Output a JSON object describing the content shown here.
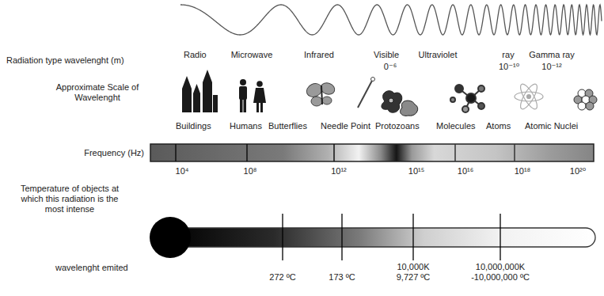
{
  "diagram": {
    "labels": [
      "Radio",
      "Microwave",
      "Infrared",
      "Visible",
      "Ultraviolet",
      "ray",
      "Gamma ray",
      "Radiation type wavelenght (m)",
      "0⁻⁶",
      "10⁻¹⁰",
      "10⁻¹²",
      "Approximate Scale of Wavelenght",
      "Buildings",
      "Humans",
      "Butterflies",
      "Needle Point",
      "Protozoans",
      "Molecules",
      "Atoms",
      "Atomic Nuclei",
      "Frequency (Hz)",
      "10⁴",
      "10⁸",
      "10¹²",
      "10¹⁵",
      "10¹⁶",
      "10¹⁸",
      "10²⁰",
      "Temperature of objects at which this radiation is the most intense",
      "272 ºC",
      "173 ºC",
      "10,000K",
      "9,727 ºC",
      "10,000,000K",
      "-10,000,000 ºC",
      "wavelenght emited"
    ]
  }
}
